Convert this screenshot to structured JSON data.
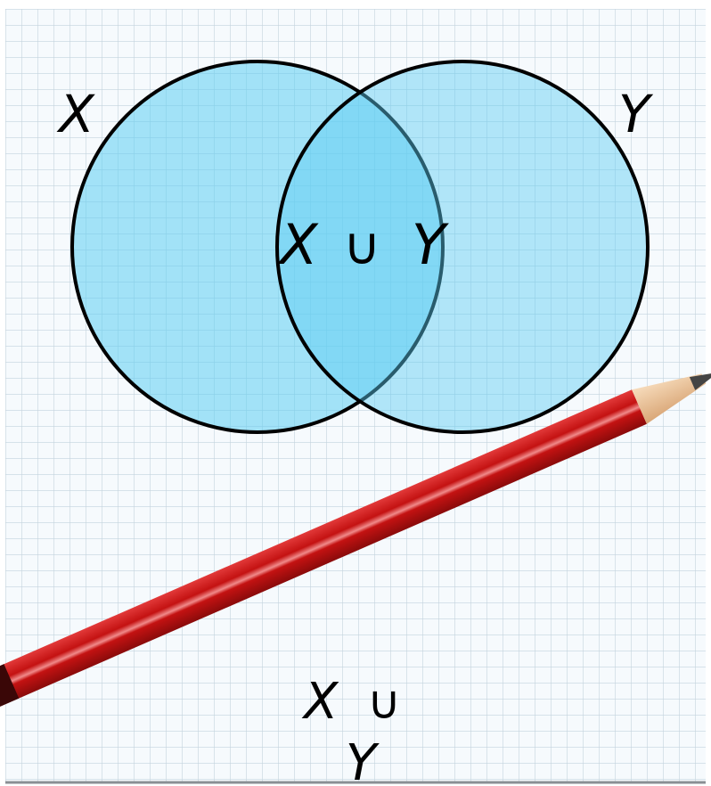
{
  "venn": {
    "set_a_label": "X",
    "set_b_label": "Y",
    "intersection_label": {
      "a": "X",
      "op": "∪",
      "b": "Y"
    },
    "caption": {
      "a": "X",
      "op": "∪",
      "b": "Y"
    }
  },
  "colors": {
    "paper": "#f6fafd",
    "grid": "#c4d3dd",
    "circle_fill": "#5ccdf2",
    "circle_stroke": "#000000",
    "pencil_body": "#c41212",
    "pencil_wood": "#f2caa0"
  },
  "decor": {
    "pencil": "pencil-illustration",
    "background": "graph-paper-grid"
  }
}
